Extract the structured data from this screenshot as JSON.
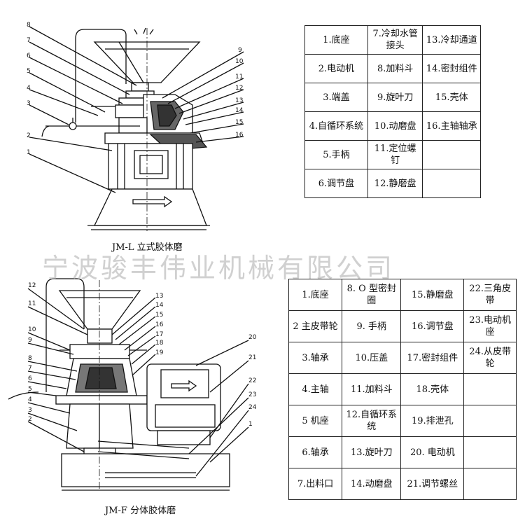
{
  "colors": {
    "ink": "#111111",
    "watermark": "#aaaaaa",
    "background": "#ffffff"
  },
  "top_figure": {
    "caption": "JM-L 立式胶体磨",
    "callouts": [
      "1",
      "2",
      "3",
      "4",
      "5",
      "6",
      "7",
      "8",
      "9",
      "10",
      "11",
      "12",
      "13",
      "14",
      "15",
      "16"
    ]
  },
  "bottom_figure": {
    "caption": "JM-F 分体胶体磨",
    "callouts": [
      "1",
      "2",
      "3",
      "4",
      "5",
      "6",
      "7",
      "8",
      "9",
      "10",
      "11",
      "12",
      "13",
      "14",
      "15",
      "16",
      "17",
      "18",
      "19",
      "20",
      "21",
      "22",
      "23",
      "24"
    ]
  },
  "watermark": "宁波骏丰伟业机械有限公司",
  "table_top": {
    "rows": [
      [
        "1.底座",
        "7.冷却水管接头",
        "13.冷却通道"
      ],
      [
        "2.电动机",
        "8.加料斗",
        "14.密封组件"
      ],
      [
        "3.端盖",
        "9.旋叶刀",
        "15.壳体"
      ],
      [
        "4.自循环系统",
        "10.动磨盘",
        "16.主轴轴承"
      ],
      [
        "5.手柄",
        "11.定位螺钉",
        ""
      ],
      [
        "6.调节盘",
        "12.静磨盘",
        ""
      ]
    ]
  },
  "table_bottom": {
    "rows": [
      [
        "1.底座",
        "8. O 型密封圈",
        "15.静磨盘",
        "22.三角皮带"
      ],
      [
        "2 主皮带轮",
        "9. 手柄",
        "16.调节盘",
        "23.电动机座"
      ],
      [
        "3.轴承",
        "10.压盖",
        "17.密封组件",
        "24.从皮带轮"
      ],
      [
        "4.主轴",
        "11.加料斗",
        "18.壳体",
        ""
      ],
      [
        "5 机座",
        "12.自循环系统",
        "19.排泄孔",
        ""
      ],
      [
        "6.轴承",
        "13.旋叶刀",
        "20. 电动机",
        ""
      ],
      [
        "7.出料口",
        "14.动磨盘",
        "21.调节螺丝",
        ""
      ]
    ]
  }
}
